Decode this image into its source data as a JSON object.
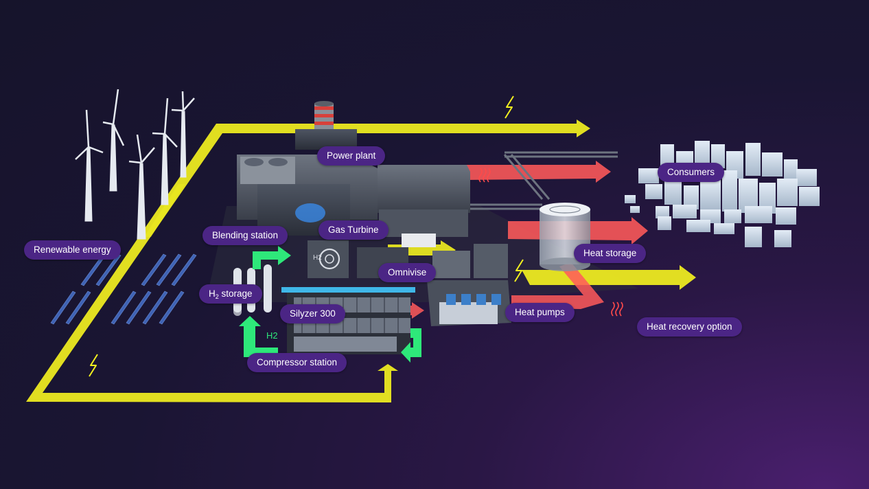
{
  "labels": {
    "power_plant": "Power plant",
    "consumers": "Consumers",
    "blending_station": "Blending station",
    "gas_turbine": "Gas Turbine",
    "renewable_energy": "Renewable energy",
    "heat_storage": "Heat storage",
    "omnivise": "Omnivise",
    "h2_storage_prefix": "H",
    "h2_storage_sub": "2",
    "h2_storage_suffix": " storage",
    "silyzer": "Silyzer 300",
    "heat_pumps": "Heat pumps",
    "heat_recovery": "Heat recovery option",
    "compressor_station": "Compressor station",
    "turbine_emblem": "H2",
    "h2_symbol": "H2"
  },
  "colors": {
    "electricity_flow": "#f2f01f",
    "hydrogen_flow": "#2ee87a",
    "heat_flow": "#ff5a5a",
    "label_fill": "#4b2585"
  },
  "icons": [
    "lightning-icon",
    "heat-wave-icon",
    "h2-icon",
    "wind-turbine",
    "solar-panel"
  ]
}
